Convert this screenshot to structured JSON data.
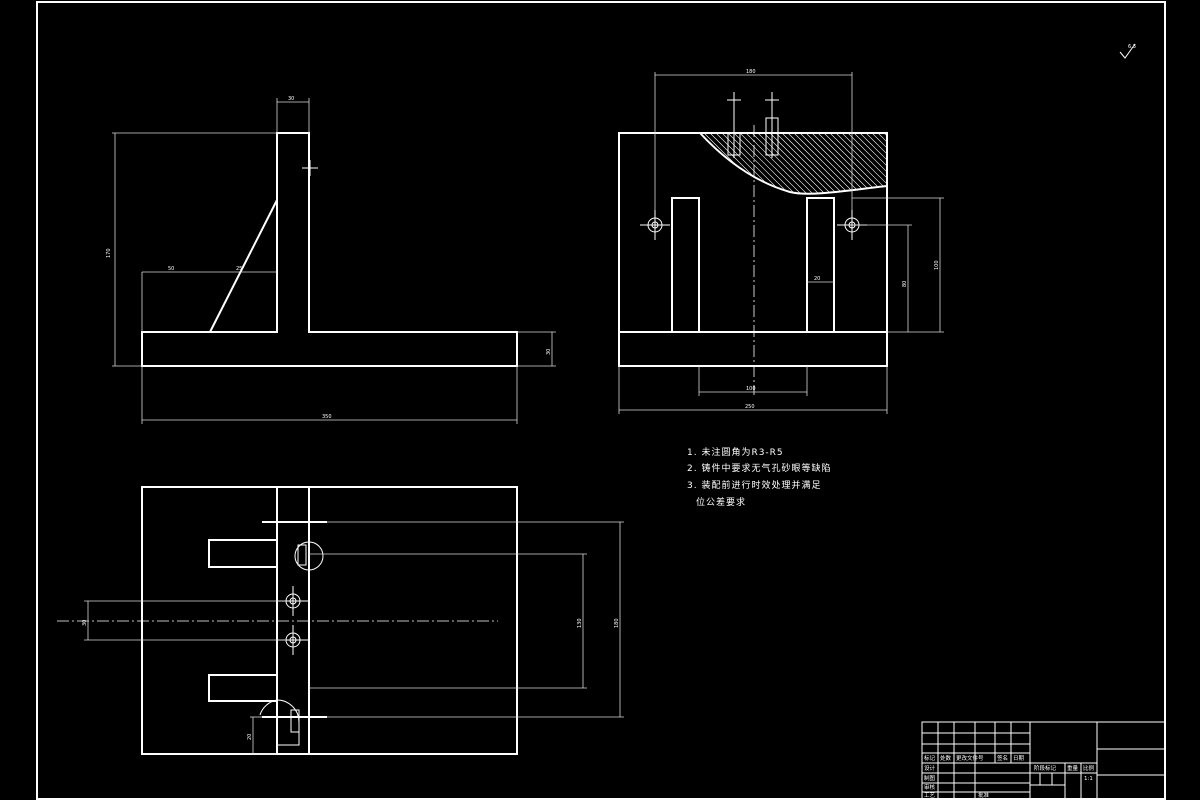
{
  "colors": {
    "background": "#000000",
    "lines": "#ffffff"
  },
  "drawing": {
    "roughness_symbol": "6.3",
    "notes": [
      "1. 未注圆角为R3-R5",
      "2. 铸件中要求无气孔砂眼等缺陷",
      "3. 装配前进行时效处理并满足",
      "位公差要求"
    ],
    "dimensions": {
      "front_top_width": "30",
      "front_total_height": "170",
      "front_rib_width": "50",
      "front_rib_offset": "25",
      "front_base_thickness": "30",
      "front_total_length": "350",
      "side_hole_spacing": "180",
      "side_height_right": "100",
      "side_height_inner": "80",
      "side_slot_width": "20",
      "side_slot_spacing": "100",
      "side_total_width": "250",
      "top_left_offset": "30",
      "top_hole_spacing": "130",
      "top_outer_spacing": "180",
      "top_bottom_offset": "20"
    }
  },
  "title_block": {
    "row_headers": [
      "标记",
      "处数",
      "更改文件号",
      "签名",
      "日期"
    ],
    "labels": [
      "设计",
      "制图",
      "审核",
      "工艺"
    ],
    "stage_label": "阶段标记",
    "weight_label": "重量",
    "scale_label": "比例",
    "scale_value": "1:1",
    "approve_label": "批准"
  }
}
